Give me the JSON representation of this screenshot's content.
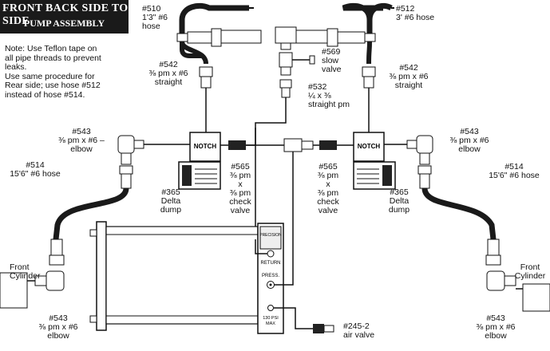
{
  "title": {
    "main": "FRONT BACK SIDE TO SIDE",
    "sub": "PUMP ASSEMBLY"
  },
  "note": {
    "lines": [
      "Note: Use Teflon tape on",
      "all pipe threads to prevent",
      "leaks.",
      "Use same procedure for",
      "Rear side; use hose #512",
      "instead of hose #514."
    ]
  },
  "labels": {
    "hose510": [
      "#510",
      "1'3\" #6",
      "hose"
    ],
    "hose512": [
      "#512",
      "3' #6 hose"
    ],
    "valve569": [
      "#569",
      "slow",
      "valve"
    ],
    "fit532": [
      "#532",
      "¼ x ⅜",
      "straight pm"
    ],
    "fit542_left": [
      "#542",
      "⅜ pm x #6",
      "straight"
    ],
    "fit542_right": [
      "#542",
      "⅜ pm x #6",
      "straight"
    ],
    "elbow543_left": [
      "#543",
      "⅜ pm x #6 –",
      "elbow"
    ],
    "elbow543_right": [
      "#543",
      "⅜ pm x #6",
      "elbow"
    ],
    "hose514_left": [
      "#514",
      "15'6\" #6 hose"
    ],
    "hose514_right": [
      "#514",
      "15'6\" #6 hose"
    ],
    "dump365_left": [
      "#365",
      "Delta",
      "dump"
    ],
    "dump365_right": [
      "#365",
      "Delta",
      "dump"
    ],
    "check565_left": [
      "#565",
      "⅜ pm",
      "x",
      "⅜ pm",
      "check",
      "valve"
    ],
    "check565_right": [
      "#565",
      "⅜ pm",
      "x",
      "⅜ pm",
      "check",
      "valve"
    ],
    "cyl_front_left": [
      "Front",
      "Cylinder"
    ],
    "cyl_front_right": [
      "Front",
      "Cylinder"
    ],
    "elbow543_bottom_left": [
      "#543",
      "⅜ pm x #6",
      "elbow"
    ],
    "elbow543_bottom_right": [
      "#543",
      "⅜ pm x #6",
      "elbow"
    ],
    "air245": [
      "#245-2",
      "air valve"
    ]
  },
  "pump": {
    "return_label": "RETURN",
    "press_label": "PRESS.",
    "psi_label": [
      "130 PSI",
      "MAX"
    ],
    "plate_text": "PRECISION"
  },
  "dump_brand": "NOTCH"
}
